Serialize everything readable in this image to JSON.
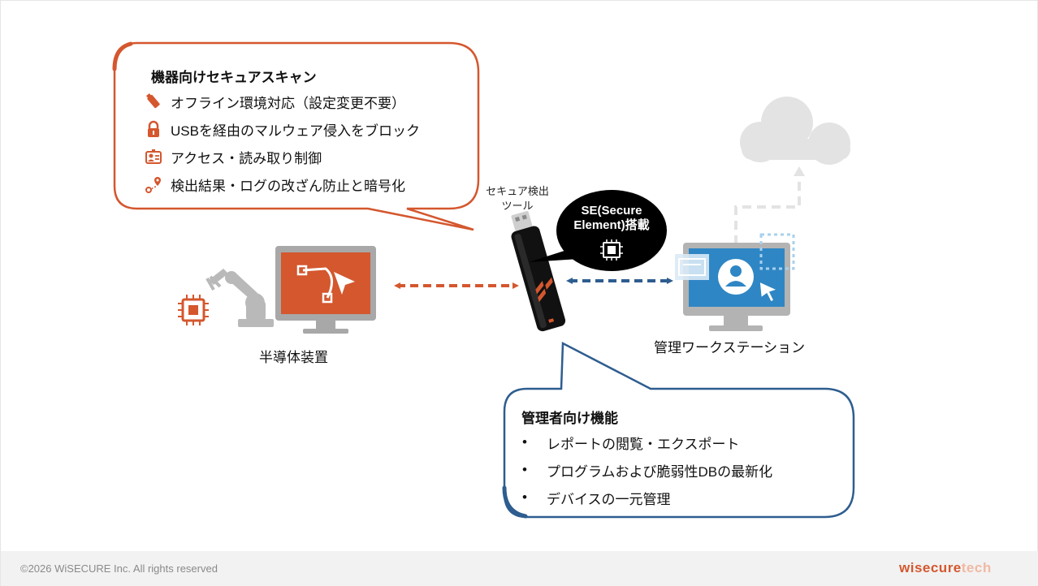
{
  "feature_bubble": {
    "title": "機器向けセキュアスキャン",
    "items": [
      {
        "icon": "usb-stick-icon",
        "label": "オフライン環境対応（設定変更不要）"
      },
      {
        "icon": "padlock-icon",
        "label": "USBを経由のマルウェア侵入をブロック"
      },
      {
        "icon": "id-card-icon",
        "label": "アクセス・読み取り制御"
      },
      {
        "icon": "route-pin-icon",
        "label": "検出結果・ログの改ざん防止と暗号化"
      }
    ]
  },
  "tool": {
    "label": "セキュア検出ツール",
    "se_label": "SE(Secure Element)搭載"
  },
  "semiconductor": {
    "label": "半導体装置"
  },
  "workstation": {
    "label": "管理ワークステーション"
  },
  "admin_bubble": {
    "title": "管理者向け機能",
    "bullet": "•",
    "items": [
      "レポートの閲覧・エクスポート",
      "プログラムおよび脆弱性DBの最新化",
      "デバイスの一元管理"
    ]
  },
  "footer": {
    "copyright": "©2026 WiSECURE Inc. All rights reserved",
    "logo_part1": "wisecure",
    "logo_part2": "tech"
  },
  "colors": {
    "accent_orange": "#d4572e",
    "accent_blue": "#2e5d8f",
    "monitor_gray": "#a8a8a8",
    "cloud_gray": "#e3e3e3",
    "footer_bg": "#f2f2f2"
  }
}
